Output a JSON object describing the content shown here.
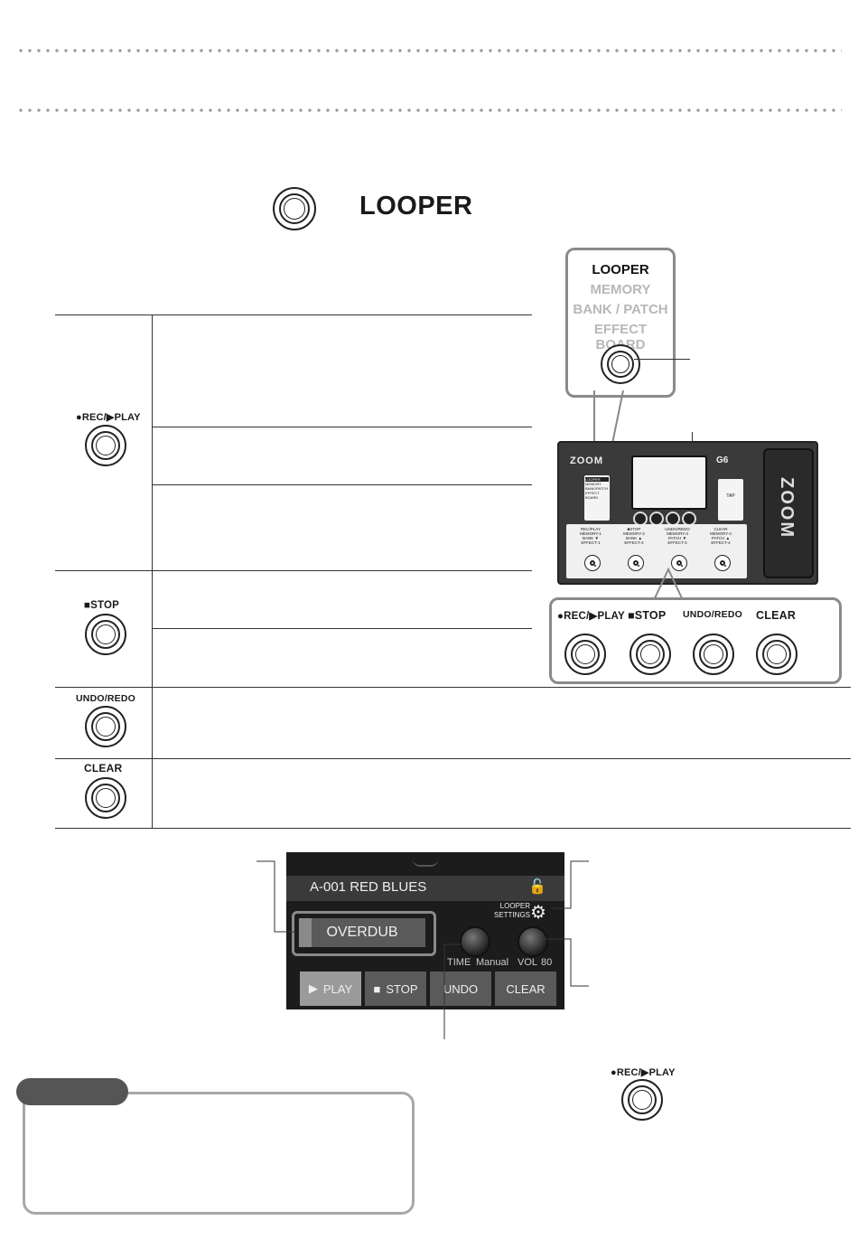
{
  "looper_heading": "LOOPER",
  "side_menu": [
    "LOOPER",
    "MEMORY",
    "BANK / PATCH",
    "EFFECT BOARD"
  ],
  "table_switches": {
    "rec_play": "●REC/▶PLAY",
    "stop": "■STOP",
    "undo_redo": "UNDO/REDO",
    "clear": "CLEAR"
  },
  "footswitch_callout": {
    "rec_play": "●REC/▶PLAY",
    "stop": "■STOP",
    "undo_redo": "UNDO/REDO",
    "clear": "CLEAR"
  },
  "device": {
    "brand": "ZOOM",
    "model": "G6",
    "tap_label": "TAP",
    "footswitch_labels": [
      [
        "REC/PLAY",
        "MEMORY-1",
        "BANK ▼",
        "EFFECT-1"
      ],
      [
        "■STOP",
        "MEMORY-2",
        "BANK ▲",
        "EFFECT-2"
      ],
      [
        "UNDO/REDO",
        "MEMORY-3",
        "PATCH ▼",
        "EFFECT-3"
      ],
      [
        "CLEAR",
        "MEMORY-4",
        "PATCH ▲",
        "EFFECT-4"
      ]
    ],
    "side_labels": [
      "LOOPER",
      "MEMORY",
      "BANK/PATCH",
      "EFFECT BOARD"
    ]
  },
  "screen": {
    "patch_name": "A-001 RED BLUES",
    "settings_label_1": "LOOPER",
    "settings_label_2": "SETTINGS",
    "status": "OVERDUB",
    "time_label": "TIME",
    "time_value": "Manual",
    "vol_label": "VOL",
    "vol_value": "80",
    "buttons": [
      "PLAY",
      "STOP",
      "UNDO",
      "CLEAR"
    ]
  },
  "bottom_switch_label": "●REC/▶PLAY"
}
